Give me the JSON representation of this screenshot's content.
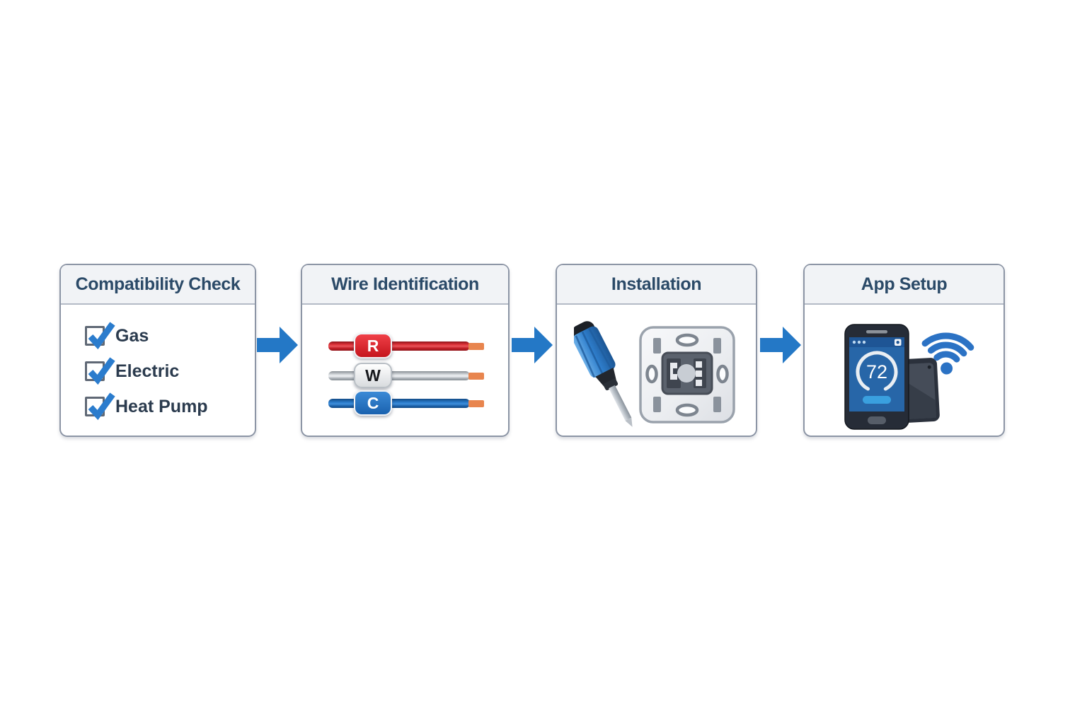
{
  "flow": {
    "steps": [
      {
        "title": "Compatibility Check",
        "checklist": [
          {
            "label": "Gas",
            "checked": true
          },
          {
            "label": "Electric",
            "checked": true
          },
          {
            "label": "Heat Pump",
            "checked": true
          }
        ]
      },
      {
        "title": "Wire Identification",
        "wires": [
          {
            "label": "R",
            "wire_color": "#d22329",
            "tag_color": "#dd2832",
            "letter_color": "#ffffff"
          },
          {
            "label": "W",
            "wire_color": "#c6cacd",
            "tag_color": "#f4f4f4",
            "letter_color": "#16181c"
          },
          {
            "label": "C",
            "wire_color": "#1f6ec5",
            "tag_color": "#2b7ccb",
            "letter_color": "#ffffff"
          }
        ],
        "wire_tip_color": "#e8854e"
      },
      {
        "title": "Installation",
        "icons": [
          "screwdriver-icon",
          "wall-plate-icon"
        ]
      },
      {
        "title": "App Setup",
        "phone": {
          "temperature": "72"
        },
        "icons": [
          "smartphone-icon",
          "thermostat-device-icon",
          "wifi-icon"
        ]
      }
    ],
    "arrow_color": "#2478c6"
  },
  "colors": {
    "card_border": "#8c95a5",
    "header_background": "#f1f3f6",
    "header_text": "#2b4a68",
    "item_text": "#2b3b4e",
    "accent_blue": "#2b7ccd",
    "background": "#ffffff"
  }
}
